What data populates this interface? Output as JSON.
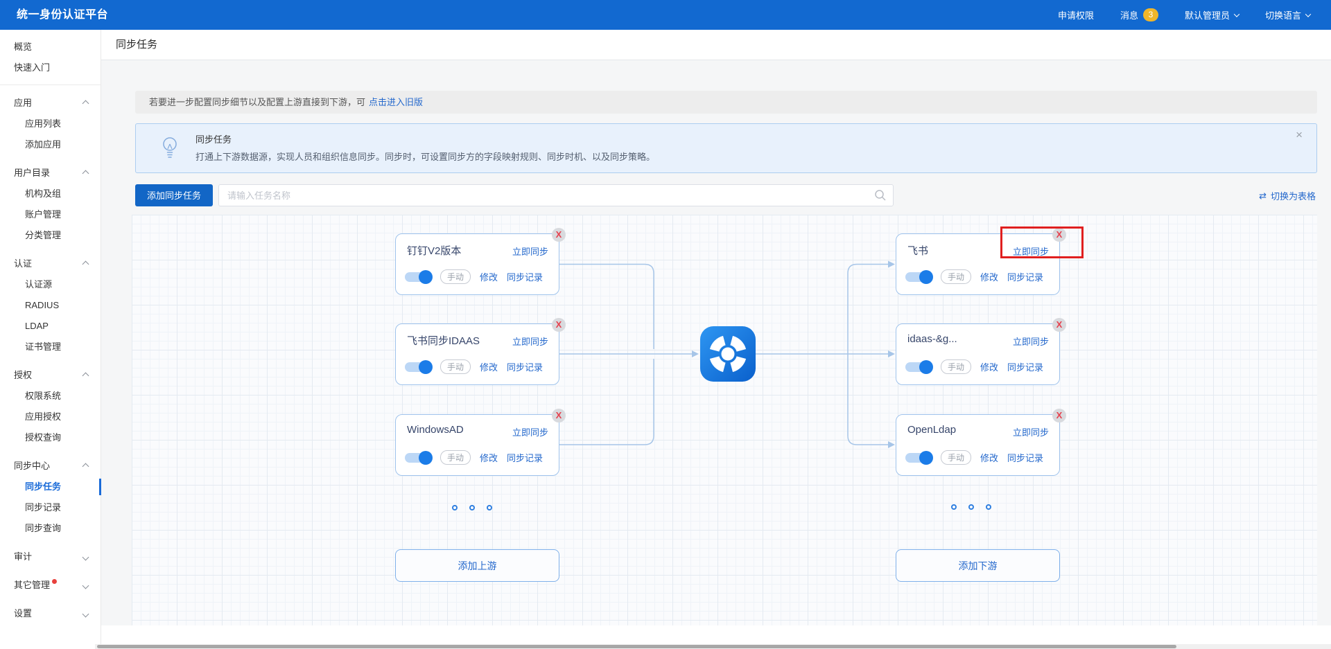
{
  "app": {
    "title": "统一身份认证平台"
  },
  "topnav": {
    "apply": "申请权限",
    "messages": "消息",
    "messages_badge": "3",
    "admin": "默认管理员",
    "language": "切换语言"
  },
  "sidebar": {
    "top": [
      "概览",
      "快速入门"
    ],
    "groups": [
      {
        "label": "应用",
        "items": [
          "应用列表",
          "添加应用"
        ]
      },
      {
        "label": "用户目录",
        "items": [
          "机构及组",
          "账户管理",
          "分类管理"
        ]
      },
      {
        "label": "认证",
        "items": [
          "认证源",
          "RADIUS",
          "LDAP",
          "证书管理"
        ]
      },
      {
        "label": "授权",
        "items": [
          "权限系统",
          "应用授权",
          "授权查询"
        ]
      },
      {
        "label": "同步中心",
        "items": [
          "同步任务",
          "同步记录",
          "同步查询"
        ],
        "active_item": "同步任务"
      },
      {
        "label": "审计"
      },
      {
        "label": "其它管理"
      },
      {
        "label": "设置"
      }
    ]
  },
  "page": {
    "title": "同步任务"
  },
  "notice": {
    "text": "若要进一步配置同步细节以及配置上游直接到下游，可",
    "link": "点击进入旧版"
  },
  "info_box": {
    "title": "同步任务",
    "description": "打通上下游数据源，实现人员和组织信息同步。同步时，可设置同步方的字段映射规则、同步时机、以及同步策略。",
    "close": "×"
  },
  "toolbar": {
    "add_button": "添加同步任务",
    "search_placeholder": "请输入任务名称",
    "switch_view": "切换为表格",
    "swap_icon": "⇄"
  },
  "flow": {
    "upstream": [
      {
        "name": "钉钉V2版本"
      },
      {
        "name": "飞书同步IDAAS"
      },
      {
        "name": "WindowsAD"
      }
    ],
    "downstream": [
      {
        "name": "飞书"
      },
      {
        "name": "idaas-&g..."
      },
      {
        "name": "OpenLdap"
      }
    ],
    "card": {
      "sync_now": "立即同步",
      "mode": "手动",
      "edit": "修改",
      "records": "同步记录",
      "close": "X"
    },
    "add_upstream": "添加上游",
    "add_downstream": "添加下游"
  },
  "colors": {
    "header_blue": "#1269d0",
    "link_blue": "#2468cc",
    "badge_yellow": "#f0b62a",
    "close_red": "#e5414e",
    "highlight_red": "#e01f1f",
    "toggle_on_blue": "#1b7ce8"
  }
}
